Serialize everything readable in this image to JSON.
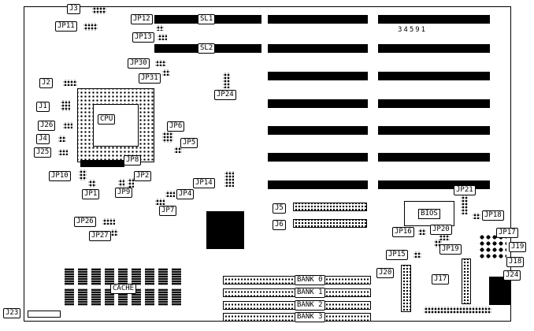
{
  "part_number": "34591",
  "slots": {
    "sl1": "SL1",
    "sl2": "SL2"
  },
  "chips": {
    "cpu": "CPU",
    "cache": "CACHE",
    "bios": "BIOS"
  },
  "banks": [
    "BANK 0",
    "BANK 1",
    "BANK 2",
    "BANK 3"
  ],
  "labels": {
    "j3": "J3",
    "jp11": "JP11",
    "jp12": "JP12",
    "jp13": "JP13",
    "jp30": "JP30",
    "jp31": "JP31",
    "jp24": "JP24",
    "j2": "J2",
    "j1": "J1",
    "j26": "J26",
    "j4": "J4",
    "j25": "J25",
    "jp6": "JP6",
    "jp5": "JP5",
    "jp8": "JP8",
    "jp10": "JP10",
    "jp2": "JP2",
    "jp1": "JP1",
    "jp9": "JP9",
    "jp14": "JP14",
    "jp4": "JP4",
    "jp7": "JP7",
    "jp26": "JP26",
    "jp27": "JP27",
    "j5": "J5",
    "j6": "J6",
    "jp21": "JP21",
    "jp18": "JP18",
    "jp16": "JP16",
    "jp20": "JP20",
    "jp17": "JP17",
    "j19": "J19",
    "jp15": "JP15",
    "jp19": "JP19",
    "j18": "J18",
    "j20": "J20",
    "j17": "J17",
    "j24": "J24",
    "j23": "J23"
  }
}
